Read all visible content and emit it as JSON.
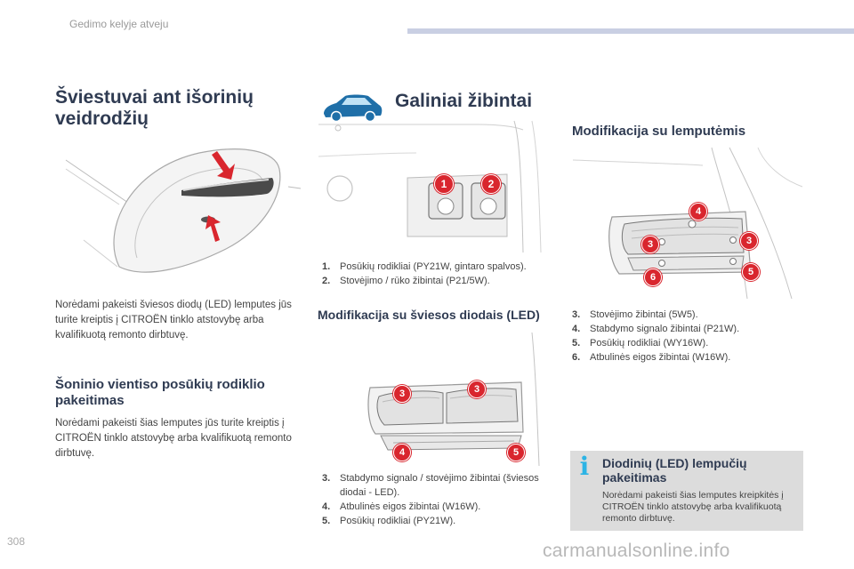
{
  "header": {
    "section": "Gedimo kelyje atveju"
  },
  "mirror": {
    "title": "Šviestuvai ant išorinių veidrodžių",
    "text": "Norėdami pakeisti šviesos diodų (LED) lemputes jūs turite kreiptis į CITROËN tinklo atstovybę arba kvalifikuotą remonto dirbtuvę."
  },
  "side": {
    "title": "Šoninio vientiso posūkių rodiklio pakeitimas",
    "text": "Norėdami pakeisti šias lemputes jūs turite kreiptis į CITROËN tinklo atstovybę arba kvalifikuotą remonto dirbtuvę."
  },
  "rear": {
    "title": "Galiniai žibintai",
    "items": [
      {
        "num": "1.",
        "text": "Posūkių rodikliai (PY21W, gintaro spalvos)."
      },
      {
        "num": "2.",
        "text": "Stovėjimo / rūko žibintai (P21/5W)."
      }
    ]
  },
  "led": {
    "title": "Modifikacija su šviesos diodais (LED)",
    "items": [
      {
        "num": "3.",
        "text": "Stabdymo signalo / stovėjimo žibintai (šviesos diodai - LED)."
      },
      {
        "num": "4.",
        "text": "Atbulinės eigos žibintai (W16W)."
      },
      {
        "num": "5.",
        "text": "Posūkių rodikliai (PY21W)."
      }
    ]
  },
  "bulbs": {
    "title": "Modifikacija su lemputėmis",
    "items": [
      {
        "num": "3.",
        "text": "Stovėjimo žibintai (5W5)."
      },
      {
        "num": "4.",
        "text": "Stabdymo signalo žibintai (P21W)."
      },
      {
        "num": "5.",
        "text": "Posūkių rodikliai (WY16W)."
      },
      {
        "num": "6.",
        "text": "Atbulinės eigos žibintai (W16W)."
      }
    ]
  },
  "info": {
    "icon": "info-icon",
    "icon_glyph": "i",
    "title": "Diodinių (LED) lempučių pakeitimas",
    "text": "Norėdami pakeisti šias lemputes kreipkitės į CITROËN tinklo atstovybę arba kvalifikuotą remonto dirbtuvę."
  },
  "callouts": {
    "c1": "1",
    "c2": "2",
    "c3": "3",
    "c4": "4",
    "c5": "5",
    "c6": "6"
  },
  "colors": {
    "callout_red": "#d9262e",
    "info_blue": "#2db4e5",
    "car_blue": "#1f6fa8",
    "header_bar": "#c9cfe3",
    "info_box": "#dcdcdc"
  },
  "footer": {
    "page_number": "308",
    "watermark": "carmanualsonline.info"
  }
}
